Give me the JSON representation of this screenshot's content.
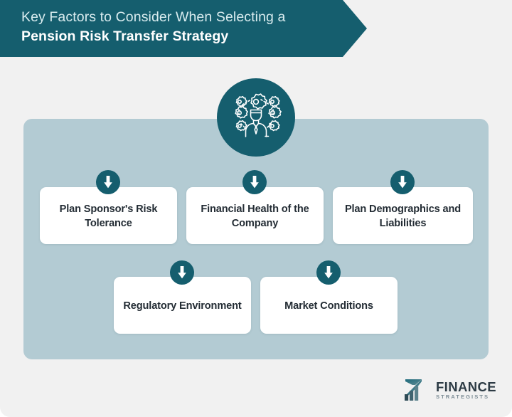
{
  "banner": {
    "line1": "Key Factors to Consider When Selecting a",
    "line2": "Pension Risk Transfer Strategy",
    "bg_color": "#155e6e",
    "line1_color": "#d9ecef",
    "line2_color": "#ffffff"
  },
  "hero": {
    "icon_name": "person-with-gears-network-icon",
    "circle_color": "#155e6e",
    "glyph_color": "#ffffff"
  },
  "panel": {
    "bg_color": "#b3cbd3"
  },
  "page": {
    "bg_color": "#f1f1f1"
  },
  "cards": [
    {
      "label": "Plan Sponsor's Risk Tolerance",
      "arrow_icon": "arrow-down-icon"
    },
    {
      "label": "Financial Health of the Company",
      "arrow_icon": "arrow-down-icon"
    },
    {
      "label": "Plan Demographics and Liabilities",
      "arrow_icon": "arrow-down-icon"
    },
    {
      "label": "Regulatory Environment",
      "arrow_icon": "arrow-down-icon"
    },
    {
      "label": "Market Conditions",
      "arrow_icon": "arrow-down-icon"
    }
  ],
  "card_style": {
    "bg_color": "#ffffff",
    "text_color": "#232c34",
    "arrow_circle_color": "#155e6e"
  },
  "logo": {
    "name": "FINANCE",
    "sub": "STRATEGISTS",
    "mark_icon": "bar-chart-swoosh-logo-icon",
    "name_color": "#2d3b45",
    "sub_color": "#7d8d96"
  }
}
